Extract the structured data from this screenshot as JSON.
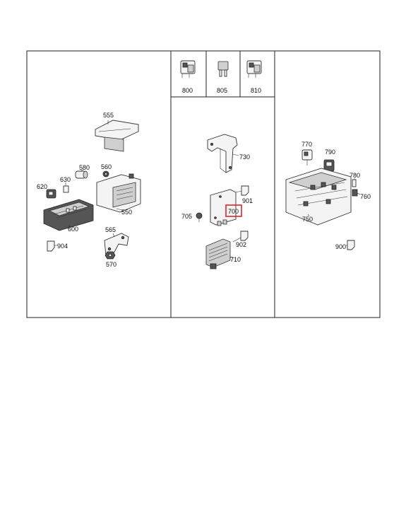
{
  "diagram": {
    "highlight_color": "#e0242a",
    "top_sections": [
      {
        "label": "800"
      },
      {
        "label": "805"
      },
      {
        "label": "810"
      }
    ],
    "left_panel": {
      "labels": [
        "555",
        "580",
        "560",
        "630",
        "620",
        "550",
        "600",
        "565",
        "904",
        "570"
      ]
    },
    "center_panel": {
      "labels": [
        "730",
        "901",
        "705",
        "700",
        "902",
        "710"
      ],
      "highlighted": "700"
    },
    "right_panel": {
      "labels": [
        "770",
        "790",
        "780",
        "760",
        "750",
        "900"
      ]
    }
  }
}
